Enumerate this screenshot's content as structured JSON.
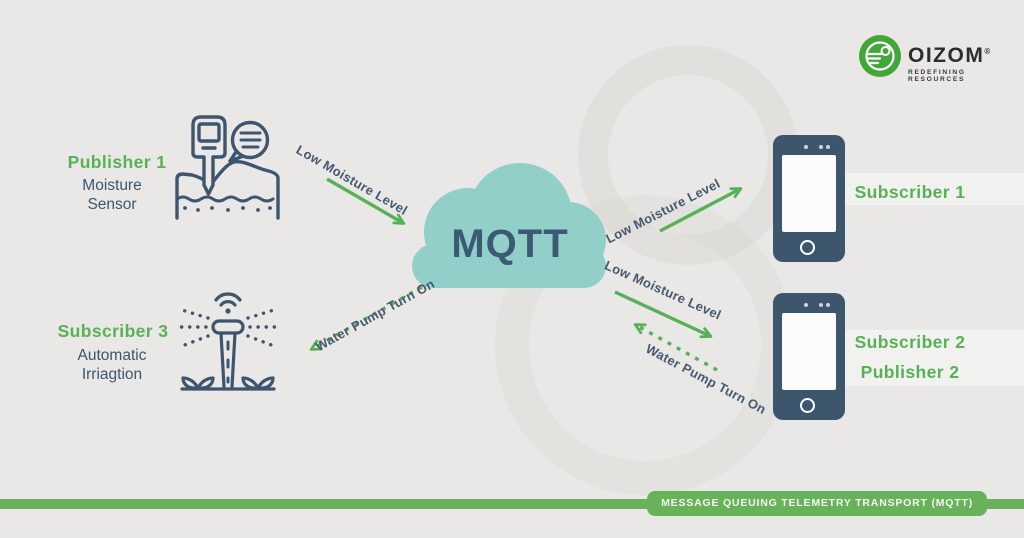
{
  "brand": {
    "name": "OIZOM",
    "registered_mark": "®",
    "tagline": "REDEFINING RESOURCES"
  },
  "cloud": {
    "label": "MQTT"
  },
  "nodes": {
    "publisher1": {
      "title": "Publisher 1",
      "line1": "Moisture",
      "line2": "Sensor"
    },
    "subscriber3": {
      "title": "Subscriber 3",
      "line1": "Automatic",
      "line2": "Irriagtion"
    },
    "subscriber1": {
      "title": "Subscriber 1"
    },
    "subscriber2": {
      "title": "Subscriber 2",
      "title2": "Publisher 2"
    }
  },
  "arrows": {
    "pub1_to_cloud": {
      "label": "Low Moisture Level",
      "style": "solid"
    },
    "cloud_to_sub3": {
      "label": "Water Pump Turn On",
      "style": "dashed"
    },
    "cloud_to_sub1": {
      "label": "Low Moisture Level",
      "style": "solid"
    },
    "cloud_to_sub2": {
      "label": "Low Moisture Level",
      "style": "solid"
    },
    "sub2_to_cloud": {
      "label": "Water Pump Turn On",
      "style": "dashed"
    }
  },
  "footer": {
    "badge": "MESSAGE QUEUING TELEMETRY TRANSPORT (MQTT)"
  },
  "colors": {
    "background": "#e9e8e7",
    "green_accent": "#58b155",
    "bar_green": "#68b25a",
    "logo_green": "#40a738",
    "slate": "#3d566e",
    "cloud_teal": "#92cfc9"
  }
}
